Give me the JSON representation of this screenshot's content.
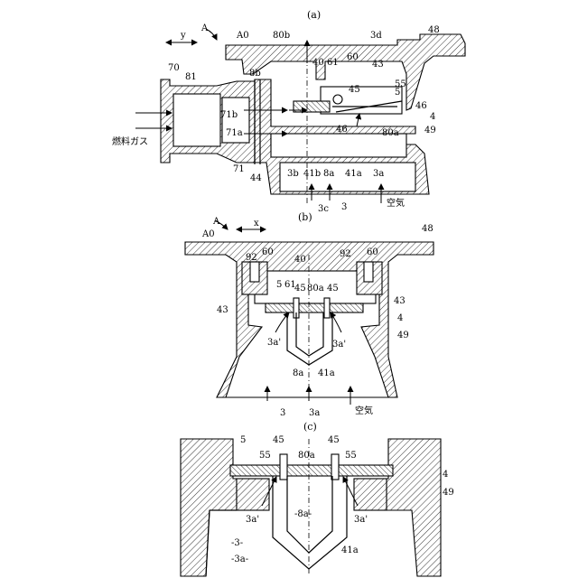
{
  "panels": {
    "a": {
      "title": "(a)",
      "labels": {
        "A": "A",
        "A0": "A0",
        "y": "y",
        "80b": "80b",
        "3d": "3d",
        "48": "48",
        "70": "70",
        "81": "81",
        "8b": "8b",
        "40": "40",
        "61": "61",
        "60": "60",
        "43": "43",
        "55": "55",
        "45": "45",
        "5": "5",
        "46a": "46",
        "46b": "46",
        "4": "4",
        "49": "49",
        "71b": "71b",
        "71a": "71a",
        "80a": "80a",
        "fuel": "燃料ガス",
        "71": "71",
        "44": "44",
        "3b": "3b",
        "41b": "41b",
        "8a": "8a",
        "41a": "41a",
        "3a": "3a",
        "3c": "3c",
        "3": "3",
        "air": "空気"
      }
    },
    "b": {
      "title": "(b)",
      "labels": {
        "A": "A",
        "A0": "A0",
        "x": "x",
        "48": "48",
        "92a": "92",
        "60a": "60",
        "92b": "92",
        "60b": "60",
        "40": "40",
        "5": "5",
        "61": "61",
        "45a": "45",
        "80a": "80a",
        "45b": "45",
        "43a": "43",
        "43b": "43",
        "4": "4",
        "49": "49",
        "3aL": "3a'",
        "3aR": "3a'",
        "8a": "8a",
        "41a": "41a",
        "3": "3",
        "3a": "3a",
        "air": "空気"
      }
    },
    "c": {
      "title": "(c)",
      "labels": {
        "5": "5",
        "45a": "45",
        "45b": "45",
        "55a": "55",
        "55b": "55",
        "80a": "80a",
        "4": "4",
        "49": "49",
        "3aL": "3a'",
        "3aR": "3a'",
        "8a": "-8a-",
        "3": "-3-",
        "3a": "-3a-",
        "41a": "41a"
      }
    }
  }
}
